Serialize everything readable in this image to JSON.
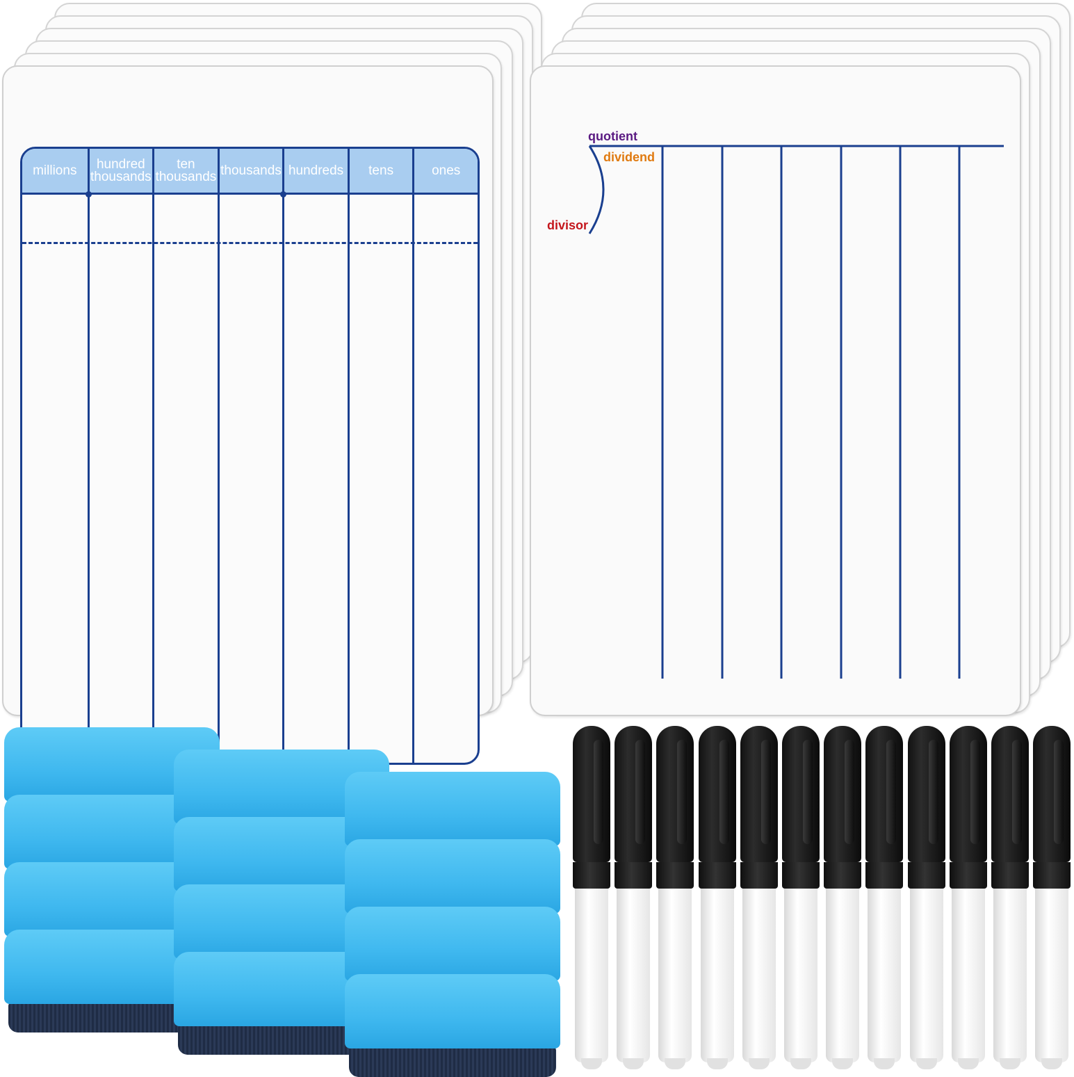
{
  "place_value_board": {
    "columns": [
      "millions",
      "hundred\nthousands",
      "ten\nthousands",
      "thousands",
      "hundreds",
      "tens",
      "ones"
    ]
  },
  "division_board": {
    "labels": {
      "quotient": "quotient",
      "dividend": "dividend",
      "divisor": "divisor"
    },
    "colors": {
      "quotient": "#5a1a82",
      "dividend": "#e07a10",
      "divisor": "#c4161c",
      "lines": "#1a3f8f"
    }
  },
  "colors": {
    "chart_lines": "#1a3f8f",
    "header_fill": "#a9cdf0",
    "eraser_blue": "#3fb8ef",
    "eraser_felt": "#24324e",
    "marker_cap": "#111111"
  },
  "counts": {
    "erasers": 12,
    "markers": 12
  }
}
